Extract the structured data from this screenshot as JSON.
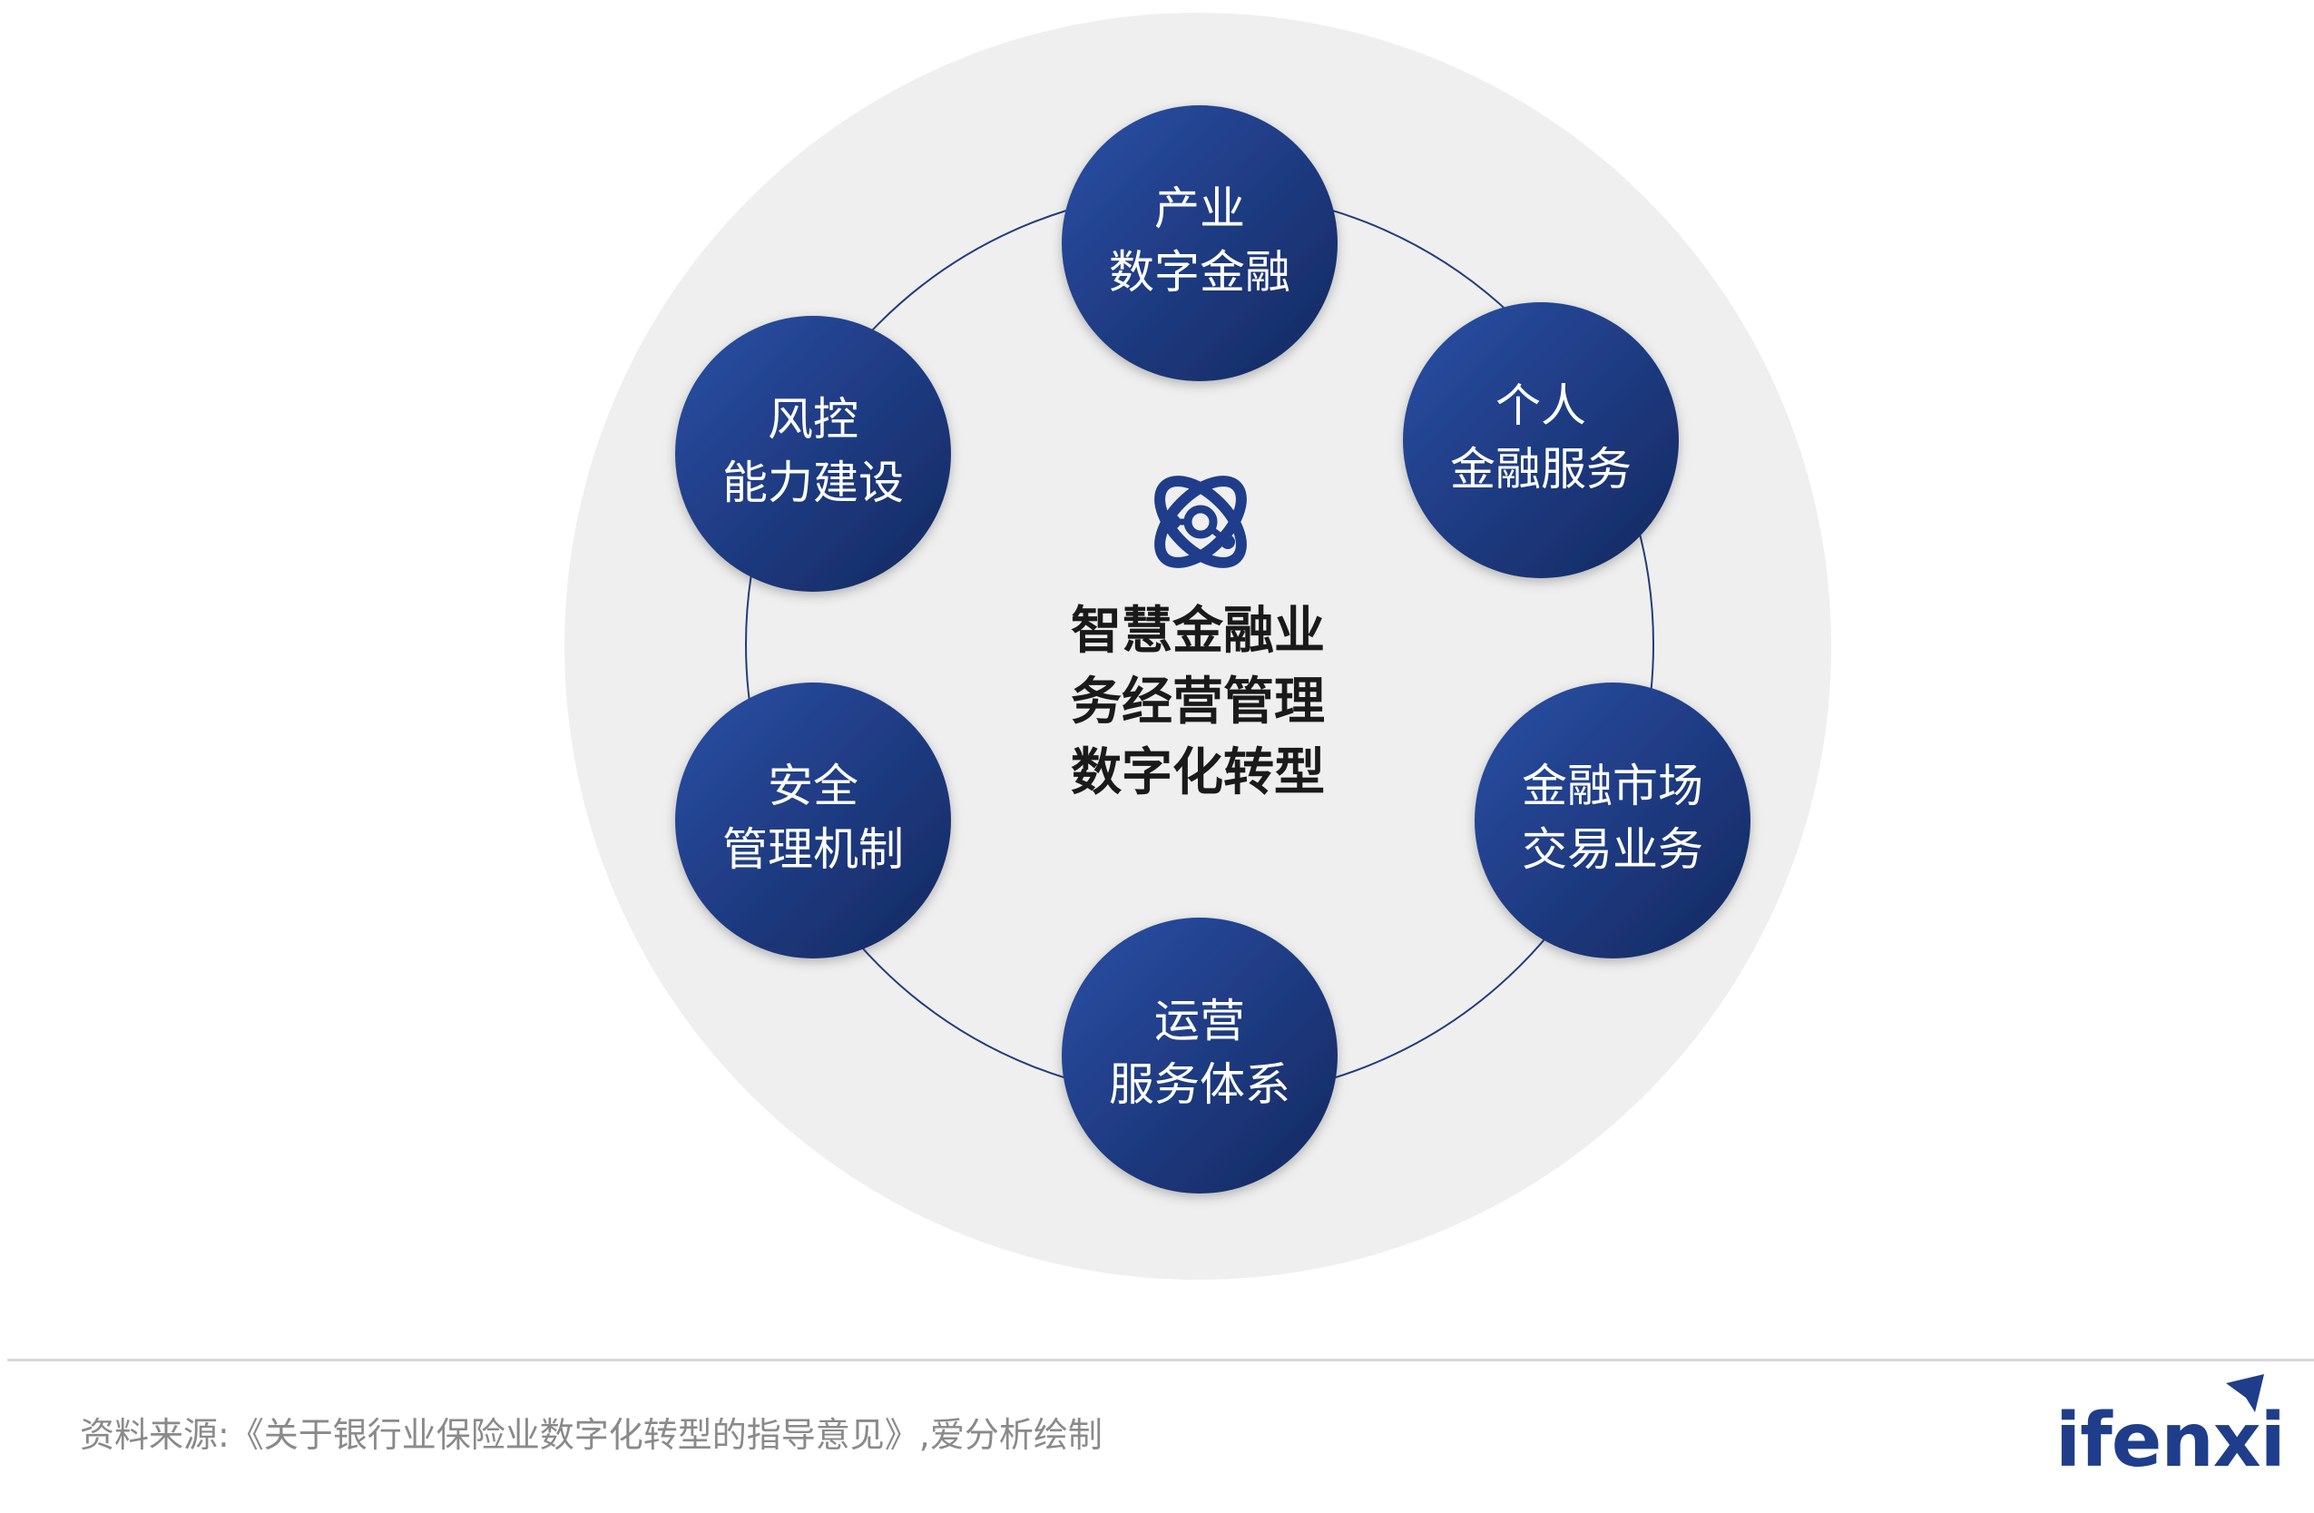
{
  "colors": {
    "node_gradient_start": "#2a4fa6",
    "node_gradient_end": "#14285f",
    "background_circle": "#efefef",
    "ring_line": "#233d7a",
    "center_text": "#1a1a1a",
    "source_text": "#8a8a8a",
    "logo": "#1f3d8a"
  },
  "center": {
    "icon": "atom-network-icon",
    "lines": [
      "智慧金融业",
      "务经营管理",
      "数字化转型"
    ]
  },
  "nodes": [
    {
      "id": "industry-digital-finance",
      "lines": [
        "产业",
        "数字金融"
      ]
    },
    {
      "id": "personal-finance-services",
      "lines": [
        "个人",
        "金融服务"
      ]
    },
    {
      "id": "financial-market-trading",
      "lines": [
        "金融市场",
        "交易业务"
      ]
    },
    {
      "id": "operation-service-system",
      "lines": [
        "运营",
        "服务体系"
      ]
    },
    {
      "id": "security-management",
      "lines": [
        "安全",
        "管理机制"
      ]
    },
    {
      "id": "risk-control-capability",
      "lines": [
        "风控",
        "能力建设"
      ]
    }
  ],
  "footer": {
    "source": "资料来源:《关于银行业保险业数字化转型的指导意见》,爱分析绘制",
    "logo_text": "ifenxi",
    "logo_icon": "arrow-up-right-icon"
  }
}
